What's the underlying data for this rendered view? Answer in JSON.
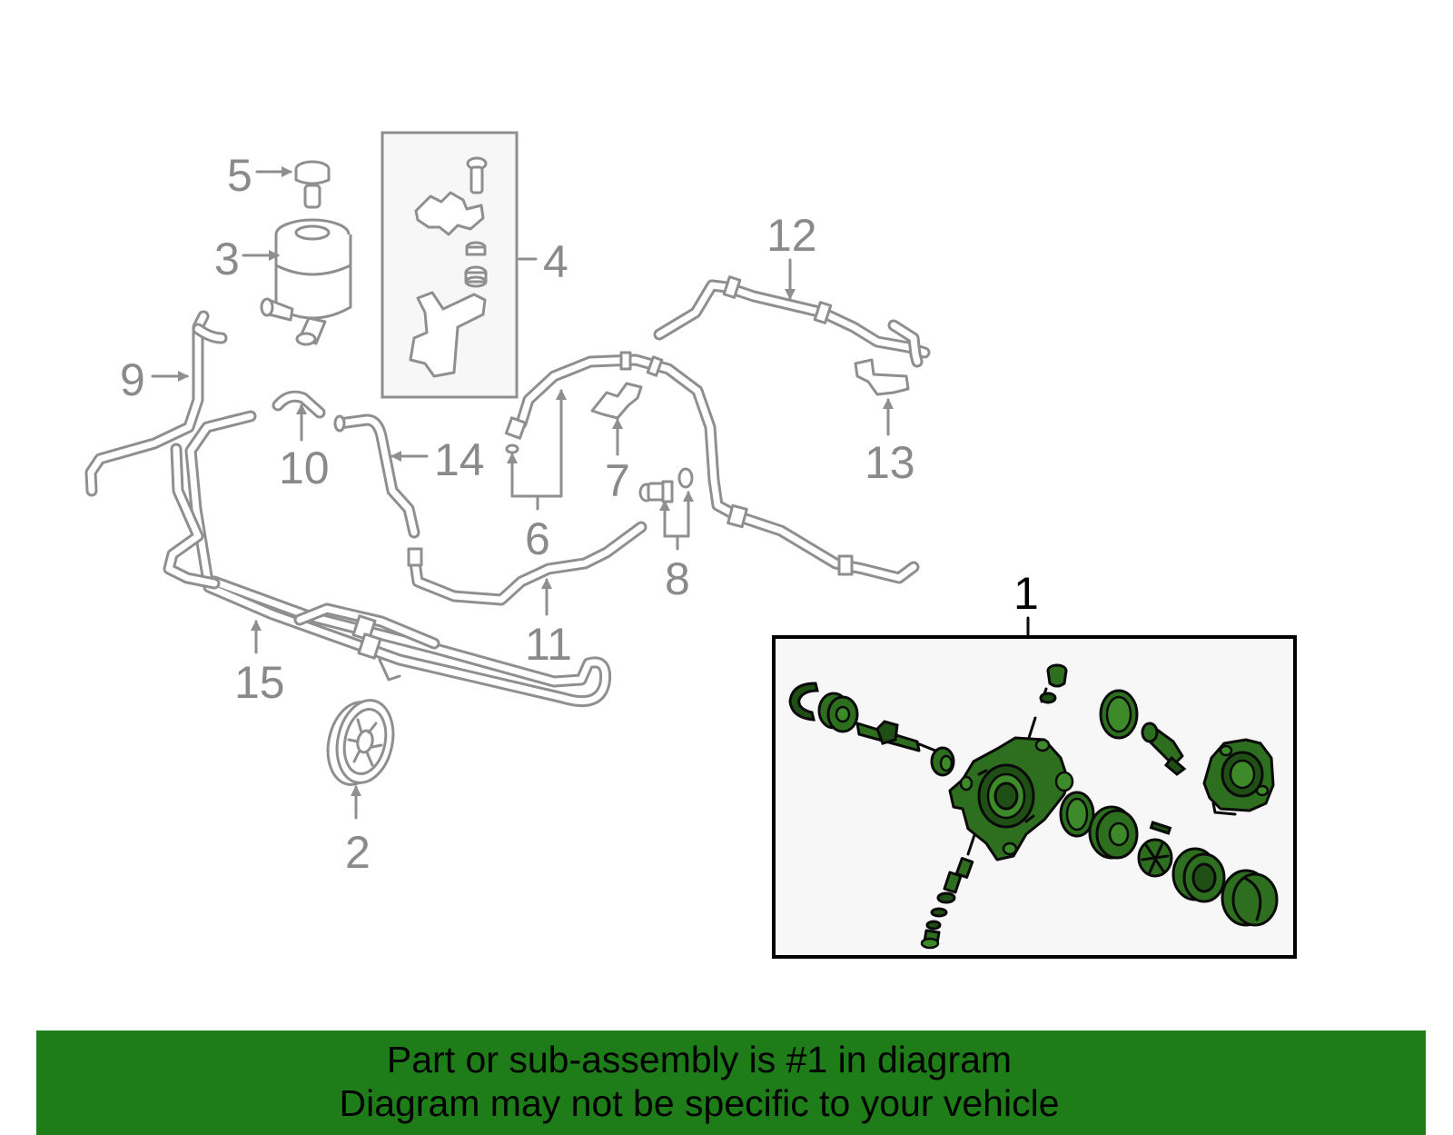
{
  "callouts": {
    "c1": "1",
    "c2": "2",
    "c3": "3",
    "c4": "4",
    "c5": "5",
    "c6": "6",
    "c7": "7",
    "c8": "8",
    "c9": "9",
    "c10": "10",
    "c11": "11",
    "c12": "12",
    "c13": "13",
    "c14": "14",
    "c15": "15"
  },
  "banner": {
    "line1": "Part or sub-assembly is #1 in diagram",
    "line2": "Diagram may not be specific to your vehicle"
  },
  "colors": {
    "banner_background": "#1e7d18",
    "highlight_part": "#2e6e1f",
    "line_art": "#8f8f8f",
    "inset_background": "#f7f7f7"
  }
}
